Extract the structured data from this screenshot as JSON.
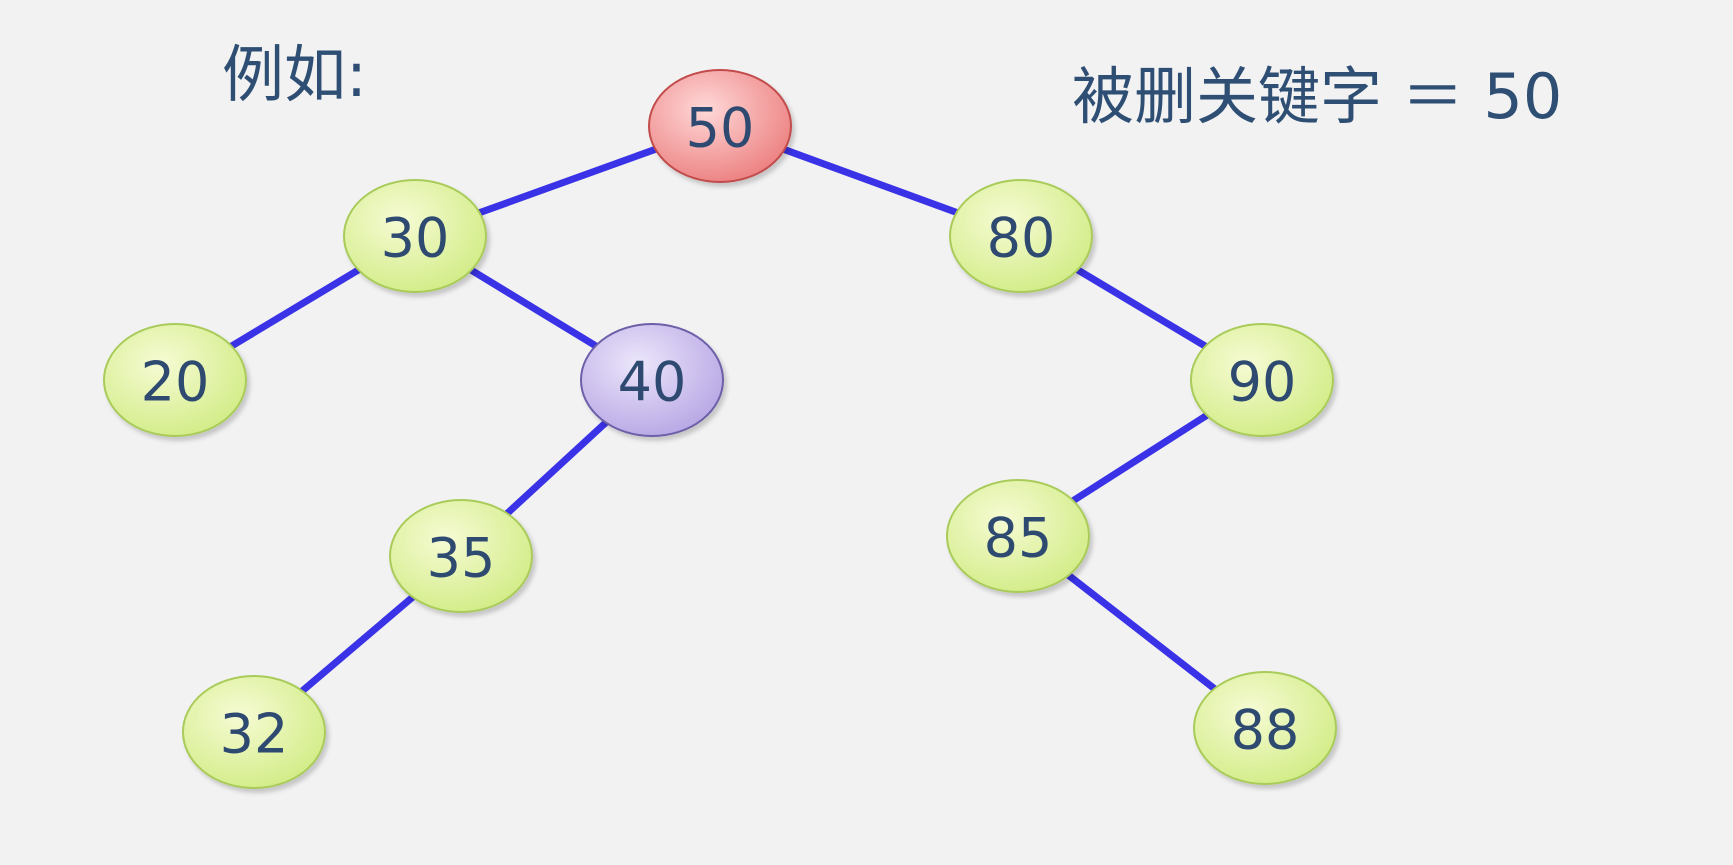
{
  "texts": {
    "example": "例如:",
    "deleted_key": "被删关键字 ＝ 50"
  },
  "colors": {
    "edge": "#3a32e6",
    "text": "#2e4a70",
    "normal_fill_center": "#f6fbd4",
    "normal_fill_edge": "#d2ec86",
    "normal_stroke": "#a9cb5a",
    "deleted_fill_center": "#ffd8d8",
    "deleted_fill_edge": "#ec7f7f",
    "deleted_stroke": "#c24b4b",
    "successor_fill_center": "#ece6fb",
    "successor_fill_edge": "#b7a6e4",
    "successor_stroke": "#6d5ea8"
  },
  "tree": {
    "nodes": [
      {
        "id": "n50",
        "label": "50",
        "state": "deleted"
      },
      {
        "id": "n30",
        "label": "30",
        "state": "normal"
      },
      {
        "id": "n80",
        "label": "80",
        "state": "normal"
      },
      {
        "id": "n20",
        "label": "20",
        "state": "normal"
      },
      {
        "id": "n40",
        "label": "40",
        "state": "predecessor"
      },
      {
        "id": "n90",
        "label": "90",
        "state": "normal"
      },
      {
        "id": "n35",
        "label": "35",
        "state": "normal"
      },
      {
        "id": "n85",
        "label": "85",
        "state": "normal"
      },
      {
        "id": "n32",
        "label": "32",
        "state": "normal"
      },
      {
        "id": "n88",
        "label": "88",
        "state": "normal"
      }
    ],
    "edges": [
      {
        "from": "n50",
        "to": "n30"
      },
      {
        "from": "n50",
        "to": "n80"
      },
      {
        "from": "n30",
        "to": "n20"
      },
      {
        "from": "n30",
        "to": "n40"
      },
      {
        "from": "n80",
        "to": "n90"
      },
      {
        "from": "n40",
        "to": "n35"
      },
      {
        "from": "n90",
        "to": "n85"
      },
      {
        "from": "n35",
        "to": "n32"
      },
      {
        "from": "n85",
        "to": "n88"
      }
    ]
  }
}
